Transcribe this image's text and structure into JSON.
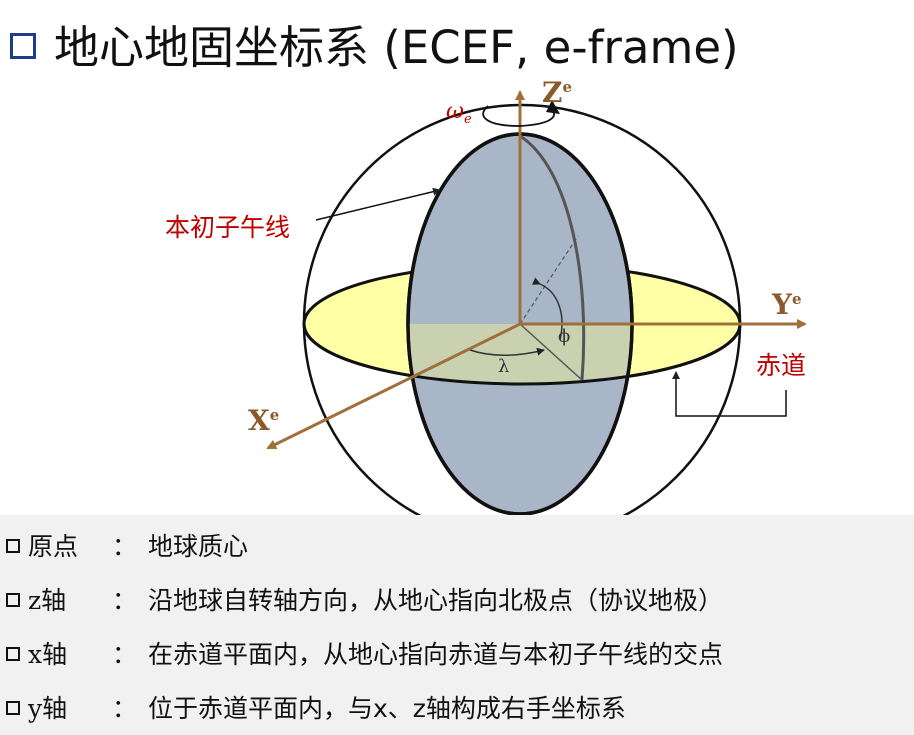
{
  "title": "地心地固坐标系 (ECEF, e-frame)",
  "diagram": {
    "labels": {
      "prime_meridian": "本初子午线",
      "equator": "赤道",
      "axis_z": "Z",
      "axis_y": "Y",
      "axis_x": "X",
      "axis_superscript": "e",
      "omega": "ω",
      "omega_sub": "e",
      "lambda": "λ",
      "phi": "ϕ"
    },
    "colors": {
      "axis": "#a0703a",
      "meridian_fill": "#a8b6c8",
      "equator_fill": "#ffffa6",
      "overlap_fill": "#c9d1b0",
      "red_label": "#c00000",
      "title_box": "#1f3c88"
    }
  },
  "bullets": [
    {
      "term": "原点",
      "colon": "：",
      "desc": "地球质心"
    },
    {
      "term": "z轴",
      "colon": "：",
      "desc": "沿地球自转轴方向，从地心指向北极点（协议地极）"
    },
    {
      "term": "x轴",
      "colon": "：",
      "desc": "在赤道平面内，从地心指向赤道与本初子午线的交点"
    },
    {
      "term": "y轴",
      "colon": "：",
      "desc": "位于赤道平面内，与x、z轴构成右手坐标系"
    }
  ]
}
